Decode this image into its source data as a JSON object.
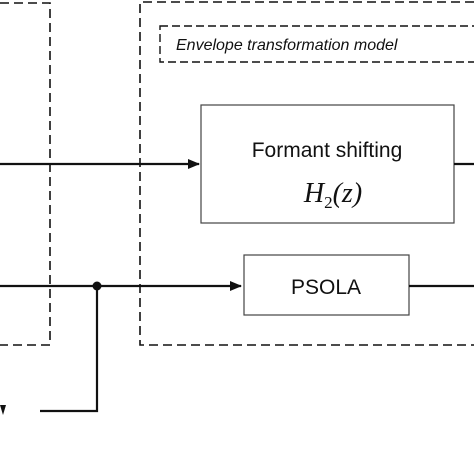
{
  "model_label": "Envelope transformation model",
  "formant_box": {
    "title": "Formant shifting",
    "transfer_function": {
      "symbol": "H",
      "subscript": "2",
      "argument": "(z)"
    }
  },
  "psola_box": {
    "title": "PSOLA"
  },
  "colors": {
    "line": "#111111",
    "box_border": "#444444",
    "background": "#ffffff"
  }
}
